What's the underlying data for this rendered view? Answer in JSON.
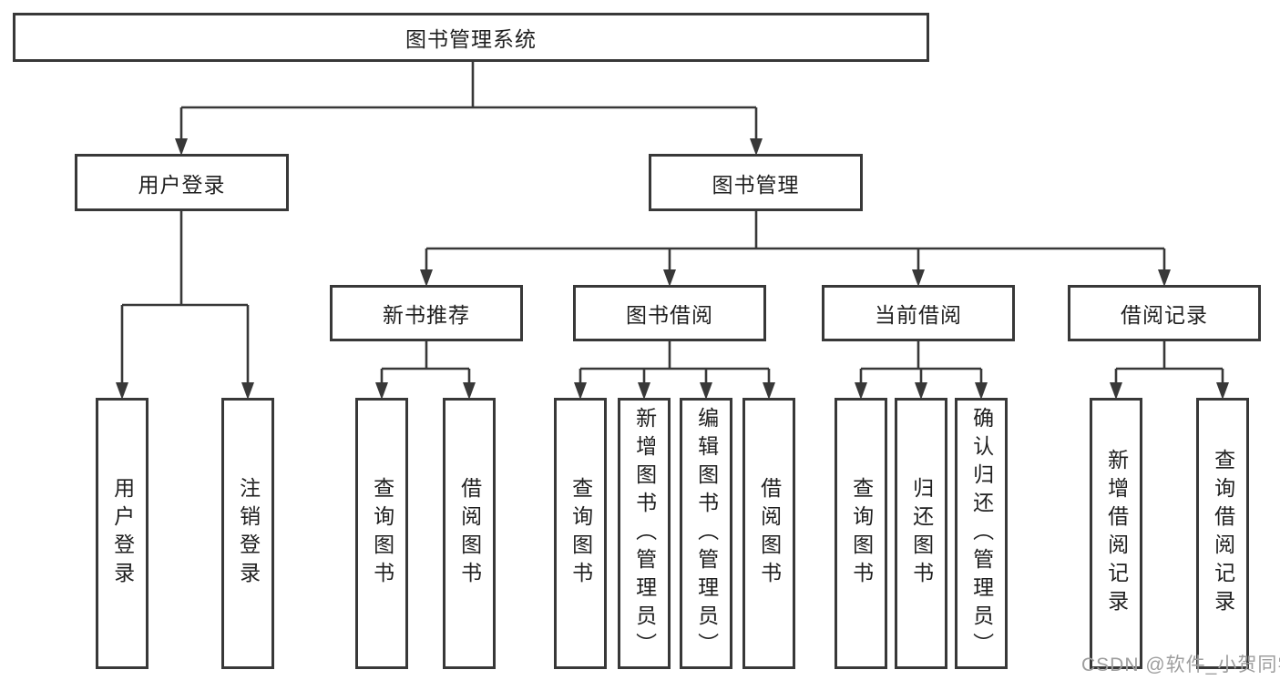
{
  "diagram": {
    "root": {
      "label": "图书管理系统"
    },
    "children": [
      {
        "label": "用户登录",
        "leaves": [
          {
            "label": "用户登录"
          },
          {
            "label": "注销登录"
          }
        ]
      },
      {
        "label": "图书管理",
        "children": [
          {
            "label": "新书推荐",
            "leaves": [
              {
                "label": "查询图书"
              },
              {
                "label": "借阅图书"
              }
            ]
          },
          {
            "label": "图书借阅",
            "leaves": [
              {
                "label": "查询图书"
              },
              {
                "label": "新增图书（管理员）"
              },
              {
                "label": "编辑图书（管理员）"
              },
              {
                "label": "借阅图书"
              }
            ]
          },
          {
            "label": "当前借阅",
            "leaves": [
              {
                "label": "查询图书"
              },
              {
                "label": "归还图书"
              },
              {
                "label": "确认归还（管理员）"
              }
            ]
          },
          {
            "label": "借阅记录",
            "leaves": [
              {
                "label": "新增借阅记录"
              },
              {
                "label": "查询借阅记录"
              }
            ]
          }
        ]
      }
    ]
  },
  "watermark": {
    "text": "CSDN @软件_小贺同学"
  },
  "colors": {
    "line": "#383838",
    "node_text": "#1f1f1f",
    "watermark_text": "#9e9e9e",
    "background": "#ffffff"
  }
}
